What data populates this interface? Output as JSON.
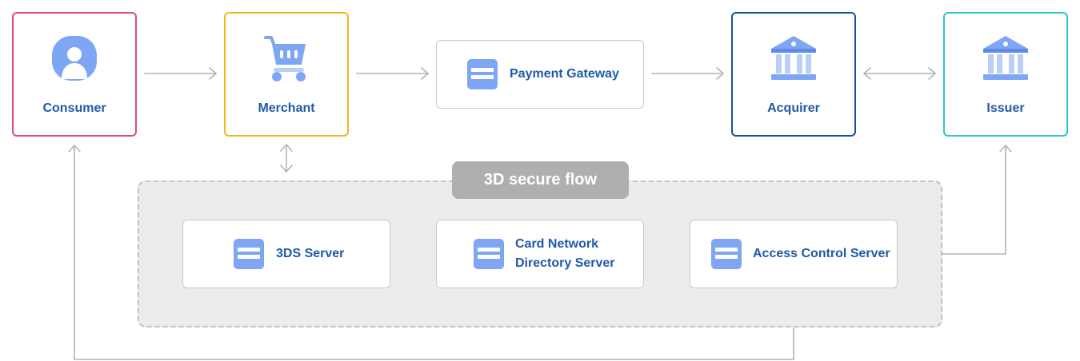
{
  "diagram": {
    "entities": {
      "consumer": {
        "label": "Consumer",
        "icon": "user-icon",
        "color": "#e0497f"
      },
      "merchant": {
        "label": "Merchant",
        "icon": "shopping-cart-icon",
        "color": "#f2b820"
      },
      "acquirer": {
        "label": "Acquirer",
        "icon": "bank-icon",
        "color": "#17529b"
      },
      "issuer": {
        "label": "Issuer",
        "icon": "bank-icon",
        "color": "#2fc3c9"
      }
    },
    "gateway": {
      "label": "Payment Gateway",
      "icon": "server-icon"
    },
    "secure_flow": {
      "title": "3D secure flow",
      "servers": {
        "three_ds": {
          "label": "3DS Server",
          "icon": "server-icon"
        },
        "directory": {
          "line1": "Card Network",
          "line2": "Directory Server",
          "icon": "server-icon"
        },
        "acs": {
          "label": "Access Control Server",
          "icon": "server-icon"
        }
      }
    },
    "colors": {
      "label_text": "#1f5aa6",
      "icon_fill": "#7fa6f5",
      "connector": "#b4b4b4",
      "secure_area_bg": "#ececee",
      "secure_title_bg": "#afafaf"
    }
  }
}
